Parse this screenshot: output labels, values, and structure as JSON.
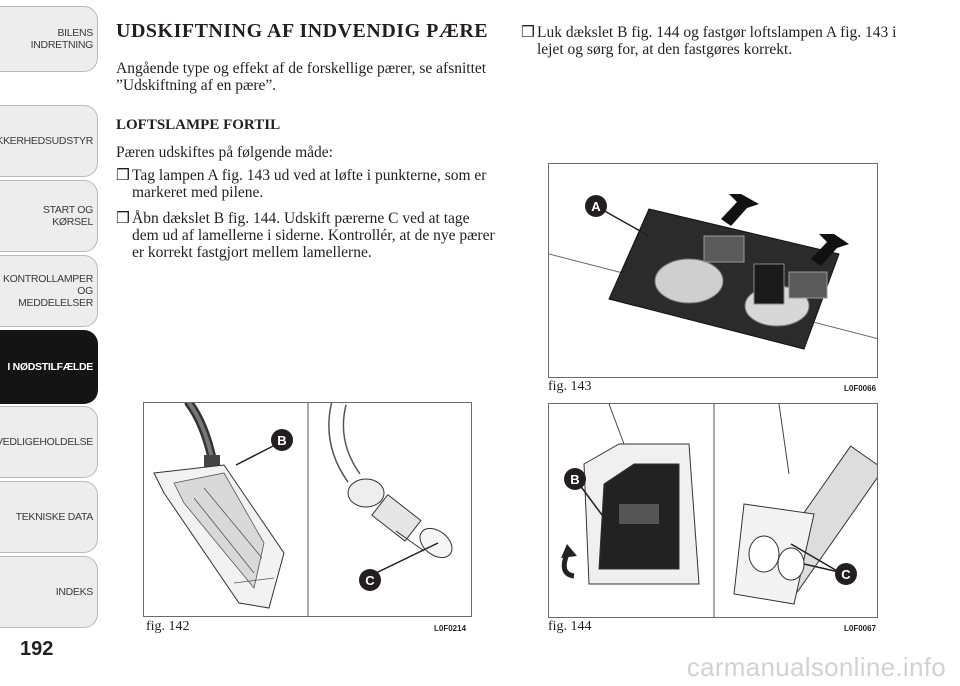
{
  "sidebar": {
    "tabs": [
      {
        "label": "BILENS\nINDRETNING",
        "active": false
      },
      {
        "label": "SIKKERHEDSUDSTYR",
        "active": false
      },
      {
        "label": "START OG KØRSEL",
        "active": false
      },
      {
        "label": "KONTROLLAMPER\nOG MEDDELELSER",
        "active": false
      },
      {
        "label": "I NØDSTILFÆLDE",
        "active": true
      },
      {
        "label": "VEDLIGEHOLDELSE",
        "active": false
      },
      {
        "label": "TEKNISKE DATA",
        "active": false
      },
      {
        "label": "INDEKS",
        "active": false
      }
    ]
  },
  "page_number": "192",
  "section_title": "UDSKIFTNING AF INDVENDIG PÆRE",
  "intro": "Angående type og effekt af de forskellige pærer, se afsnittet ”Udskiftning af en pære”.",
  "subheading": "LOFTSLAMPE FORTIL",
  "steps_intro": "Pæren udskiftes på følgende måde:",
  "bullet_marker": "❒",
  "steps": [
    "Tag lampen A fig. 143 ud ved at løfte i punkterne, som er markeret med pilene.",
    "Åbn dækslet B fig. 144. Udskift pærerne C ved at tage dem ud af lamellerne i siderne. Kontrollér, at de nye pærer er korrekt fastgjort mellem lamellerne.",
    "Luk dækslet B fig. 144 og fastgør loftslampen A fig. 143 i lejet og sørg for, at den fastgøres korrekt."
  ],
  "figures": {
    "fig142": {
      "caption": "fig. 142",
      "code": "L0F0214",
      "labels": [
        "B",
        "C"
      ]
    },
    "fig143": {
      "caption": "fig. 143",
      "code": "L0F0066",
      "labels": [
        "A"
      ]
    },
    "fig144": {
      "caption": "fig. 144",
      "code": "L0F0067",
      "labels": [
        "B",
        "C"
      ]
    }
  },
  "watermark": "carmanualsonline.info",
  "colors": {
    "active_tab": "#141414",
    "tab_bg": "#ededed",
    "label_marker": "#231f20"
  }
}
